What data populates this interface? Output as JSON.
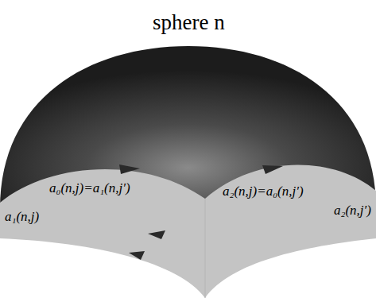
{
  "diagram": {
    "title": "sphere n",
    "labels": [
      "a₀(n,j)=a₁(n,j′)",
      "a₂(n,j)=a₀(n,j′)",
      "a₁(n,j)",
      "a₂(n,j′)"
    ]
  }
}
